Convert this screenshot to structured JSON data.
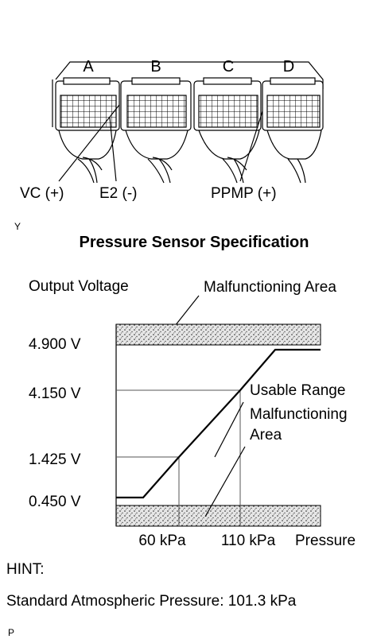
{
  "connector": {
    "labels": [
      "A",
      "B",
      "C",
      "D"
    ],
    "terminals": {
      "vc": "VC (+)",
      "e2": "E2 (-)",
      "ppmp": "PPMP (+)"
    }
  },
  "marker_top": "Y",
  "title": "Pressure Sensor Specification",
  "chart_data": {
    "type": "line",
    "title": "Pressure Sensor Specification",
    "ylabel": "Output Voltage",
    "xlabel": "Pressure",
    "y_ticks": [
      "4.900 V",
      "4.150 V",
      "1.425 V",
      "0.450 V"
    ],
    "x_ticks": [
      "60 kPa",
      "110 kPa"
    ],
    "annotations": {
      "malfunctioning_top": "Malfunctioning Area",
      "usable_range": "Usable Range",
      "malfunctioning_bottom_1": "Malfunctioning",
      "malfunctioning_bottom_2": "Area"
    },
    "series": [
      {
        "points": [
          [
            0,
            0.45
          ],
          [
            17,
            0.45
          ],
          [
            60,
            1.425
          ],
          [
            110,
            4.15
          ],
          [
            135,
            4.9
          ],
          [
            160,
            4.9
          ]
        ]
      }
    ]
  },
  "hint_label": "HINT:",
  "hint_text": "Standard Atmospheric Pressure: 101.3 kPa",
  "marker_bottom": "P"
}
